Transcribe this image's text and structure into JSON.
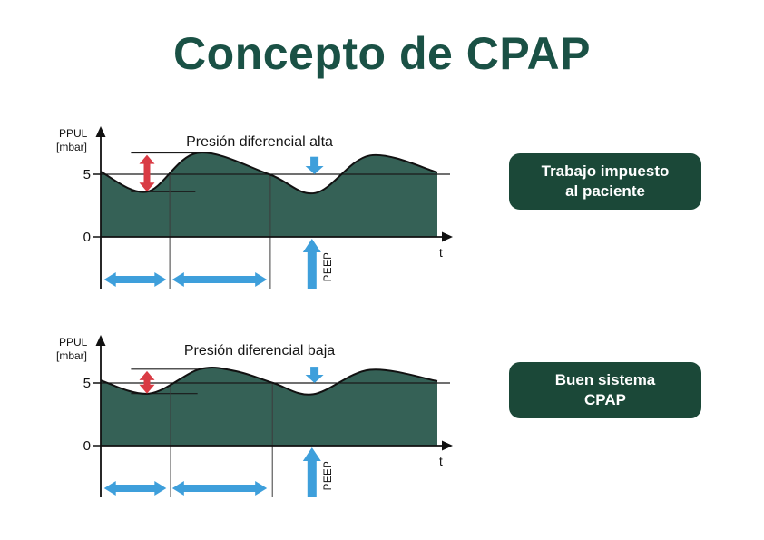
{
  "title": "Concepto de CPAP",
  "colors": {
    "title_green": "#1A5145",
    "box_green": "#1B4838",
    "fill_green": "#356156",
    "curve_black": "#111111",
    "ref_line": "#1a1a1a",
    "vline_gray": "#3c3c3c",
    "arrow_blue": "#3E9FDB",
    "arrow_red": "#D93B44",
    "text_dark": "#1a1a1a"
  },
  "side_labels": [
    {
      "line1": "Trabajo impuesto",
      "line2": "al paciente"
    },
    {
      "line1": "Buen sistema",
      "line2": "CPAP"
    }
  ],
  "charts": [
    {
      "title": "Presión diferencial alta",
      "y_label_line1": "PPUL",
      "y_label_line2": "[mbar]",
      "tick_top": "5",
      "tick_bottom": "0",
      "x_label": "t",
      "peep_label": "PEEP",
      "chart_data": {
        "type": "area",
        "title": "Presión diferencial alta",
        "xlabel": "t",
        "ylabel": "PPUL [mbar]",
        "yticks": [
          0,
          5
        ],
        "peep_baseline": 5,
        "x": [
          0,
          1.1,
          2.3,
          4.0,
          5.1,
          6.4,
          8.0
        ],
        "y": [
          5.2,
          3.6,
          6.7,
          5.0,
          3.5,
          6.5,
          5.15
        ],
        "peak_line": {
          "from_t": 0.72,
          "to_t": 2.4,
          "value": 6.7
        },
        "trough_line": {
          "from_t": 0.72,
          "to_t": 2.25,
          "value": 3.6
        },
        "vlines_t": [
          1.64,
          4.03
        ],
        "red_arrow": {
          "t": 1.1,
          "from": 6.55,
          "to": 3.6
        },
        "blue_down_arrow": {
          "t": 5.08,
          "from": 6.4,
          "to": 5.0
        },
        "peep_arrow_t": 5.02,
        "span_arrows": [
          {
            "from_t": 0.08,
            "to_t": 1.56
          },
          {
            "from_t": 1.7,
            "to_t": 3.95
          }
        ]
      }
    },
    {
      "title": "Presión diferencial baja",
      "y_label_line1": "PPUL",
      "y_label_line2": "[mbar]",
      "tick_top": "5",
      "tick_bottom": "0",
      "x_label": "t",
      "peep_label": "PEEP",
      "chart_data": {
        "type": "area",
        "title": "Presión diferencial baja",
        "xlabel": "t",
        "ylabel": "PPUL [mbar]",
        "yticks": [
          0,
          5
        ],
        "peep_baseline": 5,
        "x": [
          0,
          1.15,
          2.35,
          3.2,
          4.1,
          5.05,
          6.4,
          8.0
        ],
        "y": [
          5.2,
          4.15,
          6.1,
          5.95,
          5.0,
          4.1,
          6.05,
          5.15
        ],
        "peak_line": {
          "from_t": 0.72,
          "to_t": 2.4,
          "value": 6.1
        },
        "trough_line": {
          "from_t": 0.72,
          "to_t": 2.3,
          "value": 4.15
        },
        "vlines_t": [
          1.66,
          4.08
        ],
        "red_arrow": {
          "t": 1.1,
          "from": 5.95,
          "to": 4.15
        },
        "blue_down_arrow": {
          "t": 5.08,
          "from": 6.3,
          "to": 5.0
        },
        "peep_arrow_t": 5.02,
        "span_arrows": [
          {
            "from_t": 0.08,
            "to_t": 1.56
          },
          {
            "from_t": 1.7,
            "to_t": 3.95
          }
        ]
      }
    }
  ]
}
